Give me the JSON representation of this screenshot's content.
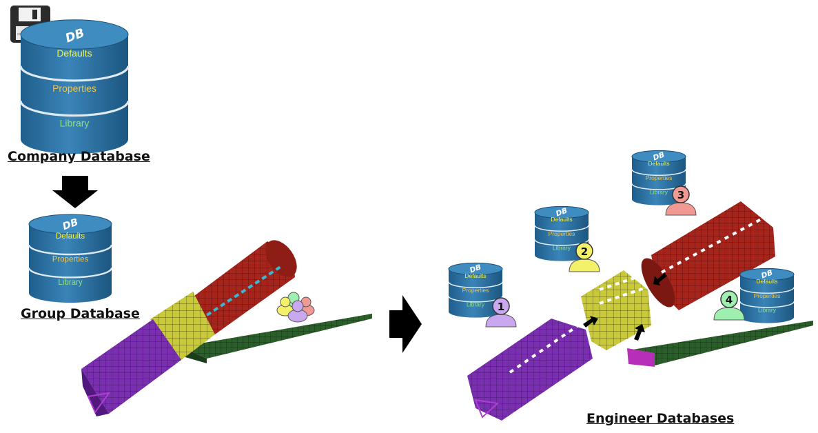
{
  "company_db": {
    "caption": "Company Database",
    "logo": "DB",
    "layers": [
      "Defaults",
      "Properties",
      "Library"
    ]
  },
  "group_db": {
    "caption": "Group Database",
    "logo": "DB",
    "layers": [
      "Defaults",
      "Properties",
      "Library"
    ]
  },
  "engineer_dbs": {
    "caption": "Engineer Databases",
    "items": [
      {
        "number": "1",
        "logo": "DB",
        "layers": [
          "Defaults",
          "Properties",
          "Library"
        ],
        "user_color": "#c9a8ef"
      },
      {
        "number": "2",
        "logo": "DB",
        "layers": [
          "Defaults",
          "Properties",
          "Library"
        ],
        "user_color": "#f3f06a"
      },
      {
        "number": "3",
        "logo": "DB",
        "layers": [
          "Defaults",
          "Properties",
          "Library"
        ],
        "user_color": "#f19a94"
      },
      {
        "number": "4",
        "logo": "DB",
        "layers": [
          "Defaults",
          "Properties",
          "Library"
        ],
        "user_color": "#9ff0b0"
      }
    ]
  },
  "icons": {
    "save": "floppy-disk-icon",
    "flow_down": "arrow-down-icon",
    "flow_right": "arrow-right-icon",
    "user_group": "user-group-icon"
  },
  "colors": {
    "db_top": "#3f8cc0",
    "db_body": "#2b6fa0",
    "defaults_text": "#f4f24a",
    "properties_text": "#f2c648",
    "library_text": "#8ee08a",
    "fuselage_red": "#a5241c",
    "fuselage_purple": "#7a2fb0",
    "fuselage_yellow": "#c9c93a",
    "wing_green": "#2a5f2a"
  }
}
